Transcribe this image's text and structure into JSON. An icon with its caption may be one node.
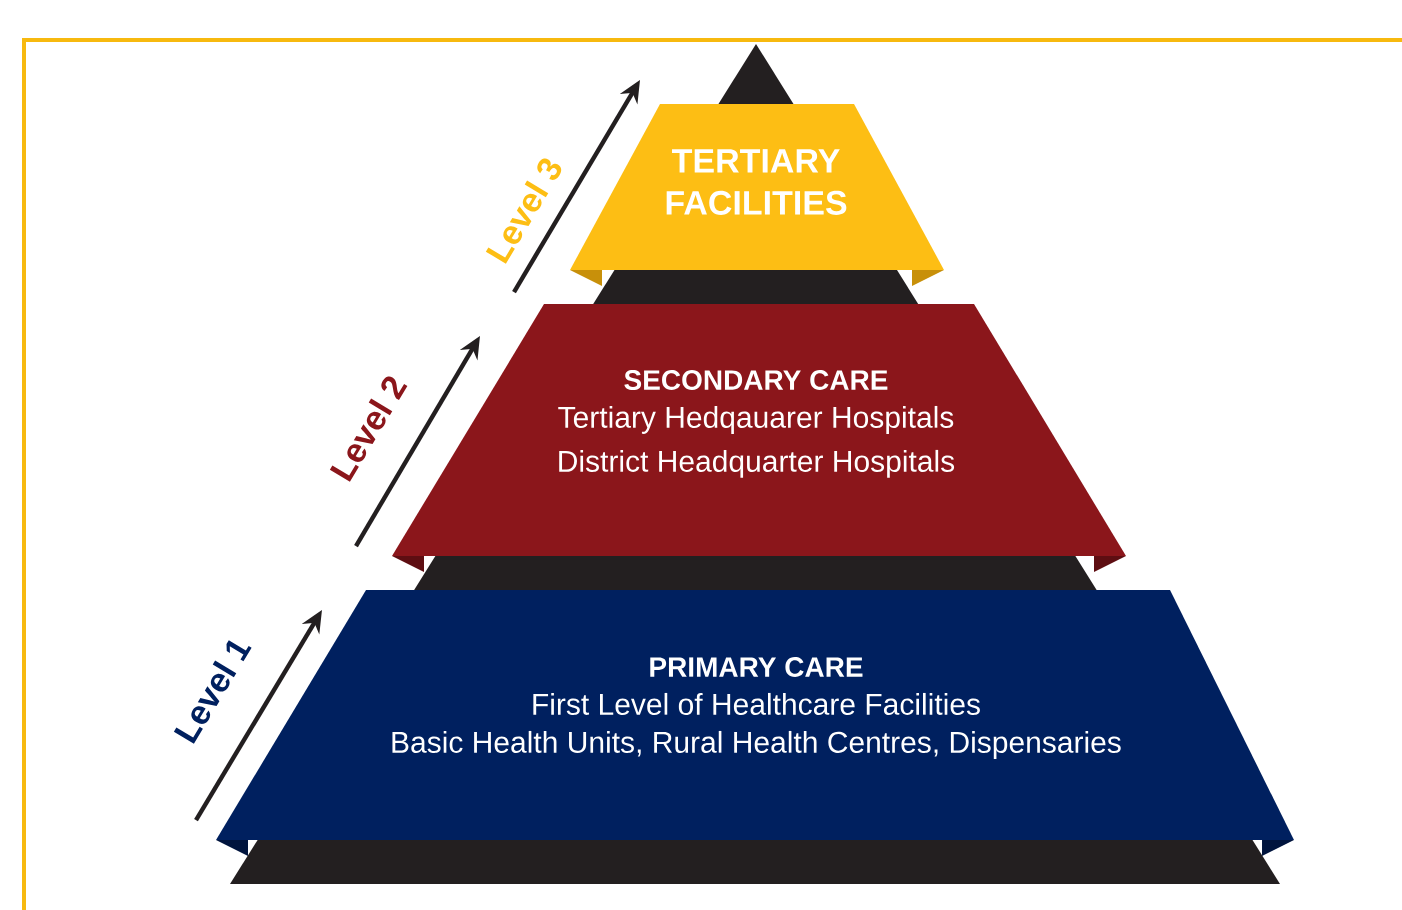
{
  "diagram": {
    "nodes": [
      {
        "text": [
          "TERTIARY FACILITIES"
        ]
      },
      {
        "text": [
          "SECONDARY CARE",
          "Tertiary Hedqauarer Hospitals",
          "District Headquarter Hospitals"
        ]
      },
      {
        "text": [
          "PRIMARY CARE",
          "First Level of Healthcare Facilities",
          "Basic Health Units, Rural Health Centres, Dispensaries"
        ]
      }
    ],
    "labels": [
      "Level 3",
      "Level 2",
      "Level 1"
    ]
  }
}
